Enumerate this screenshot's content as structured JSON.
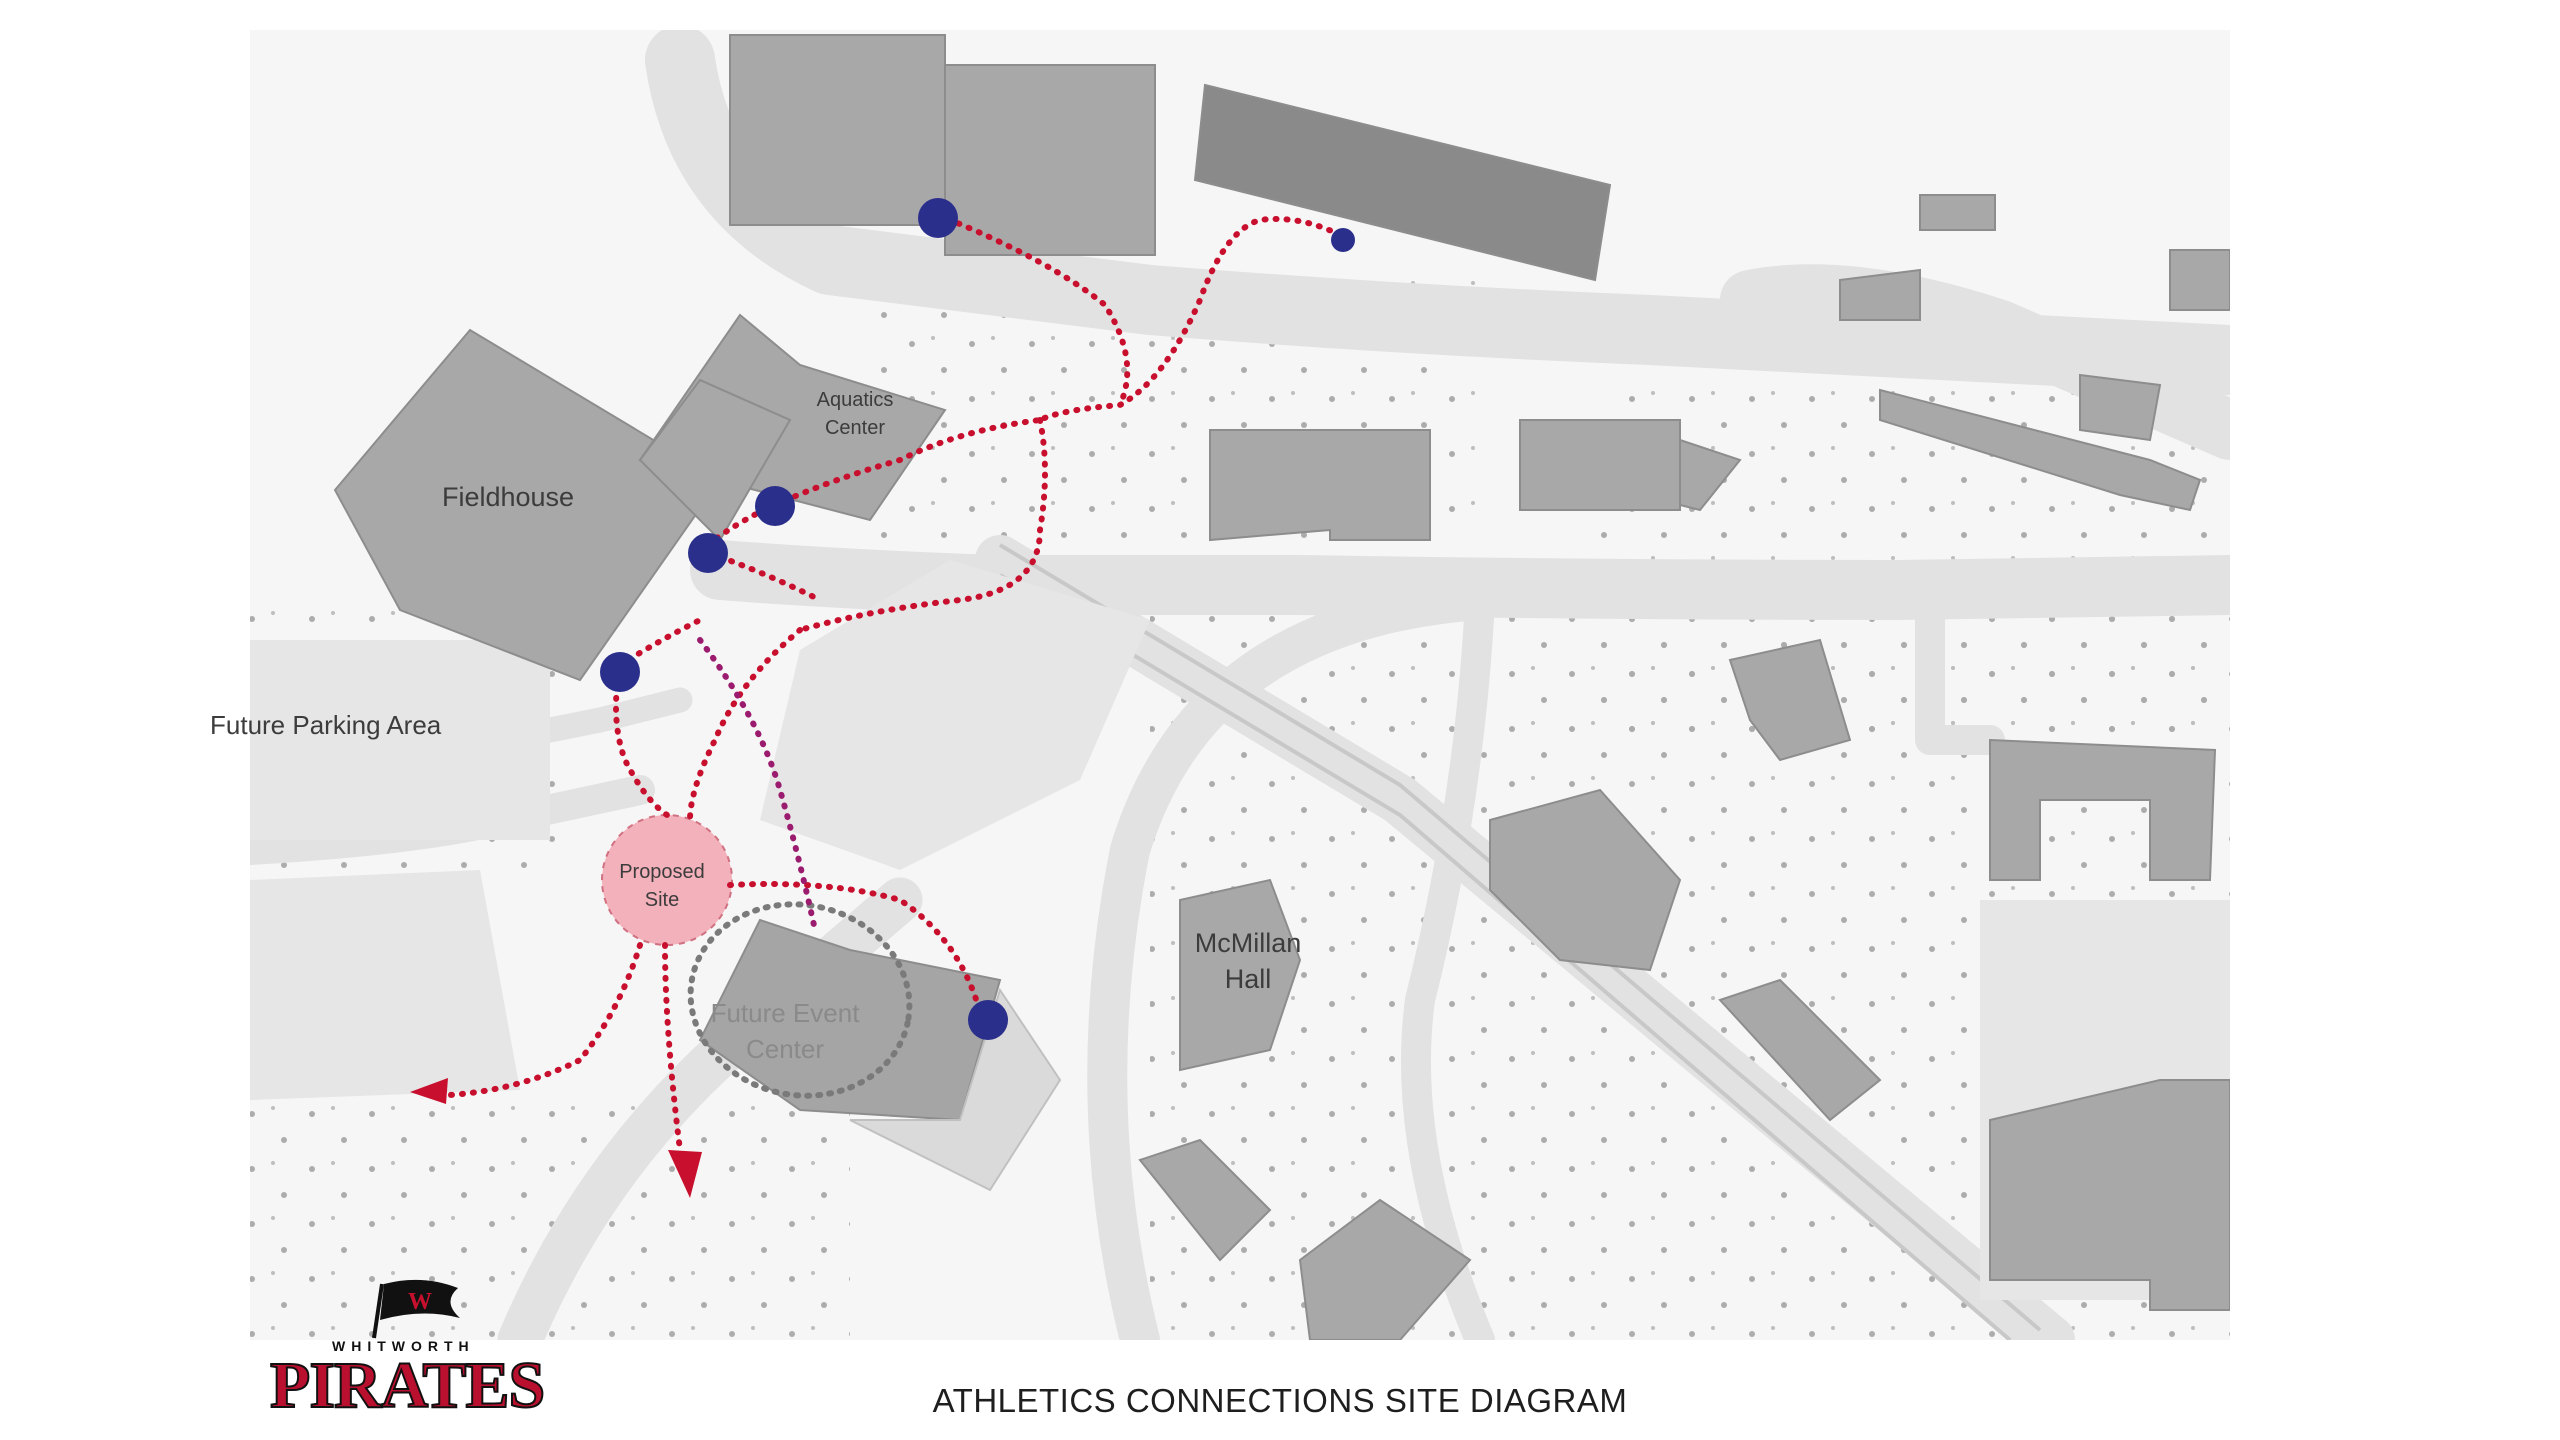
{
  "title": "ATHLETICS CONNECTIONS SITE DIAGRAM",
  "logo": {
    "name": "PIRATES",
    "subtext": "WHITWORTH",
    "letter": "W"
  },
  "labels": {
    "fieldhouse": "Fieldhouse",
    "aquatics_line1": "Aquatics",
    "aquatics_line2": "Center",
    "future_parking": "Future Parking Area",
    "proposed_line1": "Proposed",
    "proposed_line2": "Site",
    "event_line1": "Future Event",
    "event_line2": "Center",
    "mcmillan_line1": "McMillan",
    "mcmillan_line2": "Hall"
  },
  "colors": {
    "path_red": "#c8102e",
    "path_magenta": "#9b1b6e",
    "node_blue": "#2b2f8c",
    "building": "#a8a8a8",
    "building_dark": "#8d8d8d",
    "road": "#e2e2e2",
    "proposed_fill": "#f2a5b0"
  }
}
